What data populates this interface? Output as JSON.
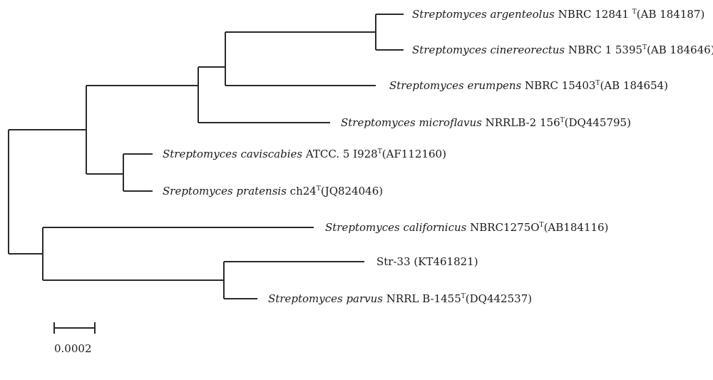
{
  "leaves": [
    {
      "species": "Streptomyces argenteolus",
      "strain": " NBRC 12841 ",
      "sup": "T",
      "accession": "(AB 184187)"
    },
    {
      "species": "Streptomyces cinereorectus",
      "strain": " NBRC 1 5395",
      "sup": "T",
      "accession": "(AB 184646)"
    },
    {
      "species": "Streptomyces erumpens",
      "strain": " NBRC  15403",
      "sup": "T",
      "accession": "(AB 184654)"
    },
    {
      "species": "Streptomyces microflavus",
      "strain": " NRRLB-2 156",
      "sup": "T",
      "accession": "(DQ445795)"
    },
    {
      "species": "Streptomyces caviscabies",
      "strain": " ATCC. 5 I928",
      "sup": "T",
      "accession": "(AF112160)"
    },
    {
      "species": "Sreptomyces pratensis",
      "strain": " ch24",
      "sup": "T",
      "accession": "(JQ824046)"
    },
    {
      "species": "Streptomyces californicus",
      "strain": " NBRC1275O",
      "sup": "T",
      "accession": "(AB184116)"
    },
    {
      "species": "",
      "strain": "Str-33 (KT461821)",
      "sup": "",
      "accession": ""
    },
    {
      "species": "Streptomyces parvus",
      "strain": " NRRL B-1455",
      "sup": "T",
      "accession": "(DQ442537)"
    }
  ],
  "scale_bar": {
    "label": "0.0002"
  }
}
